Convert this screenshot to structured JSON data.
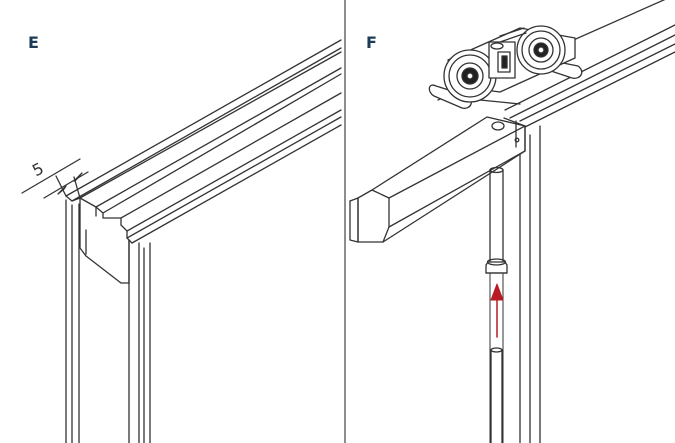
{
  "colors": {
    "line": "#333333",
    "label": "#1d3c57",
    "arrow": "#b81b24",
    "divider": "#444444"
  },
  "panels": [
    {
      "label": "E"
    },
    {
      "label": "F"
    }
  ],
  "dimension": {
    "text": "5"
  }
}
